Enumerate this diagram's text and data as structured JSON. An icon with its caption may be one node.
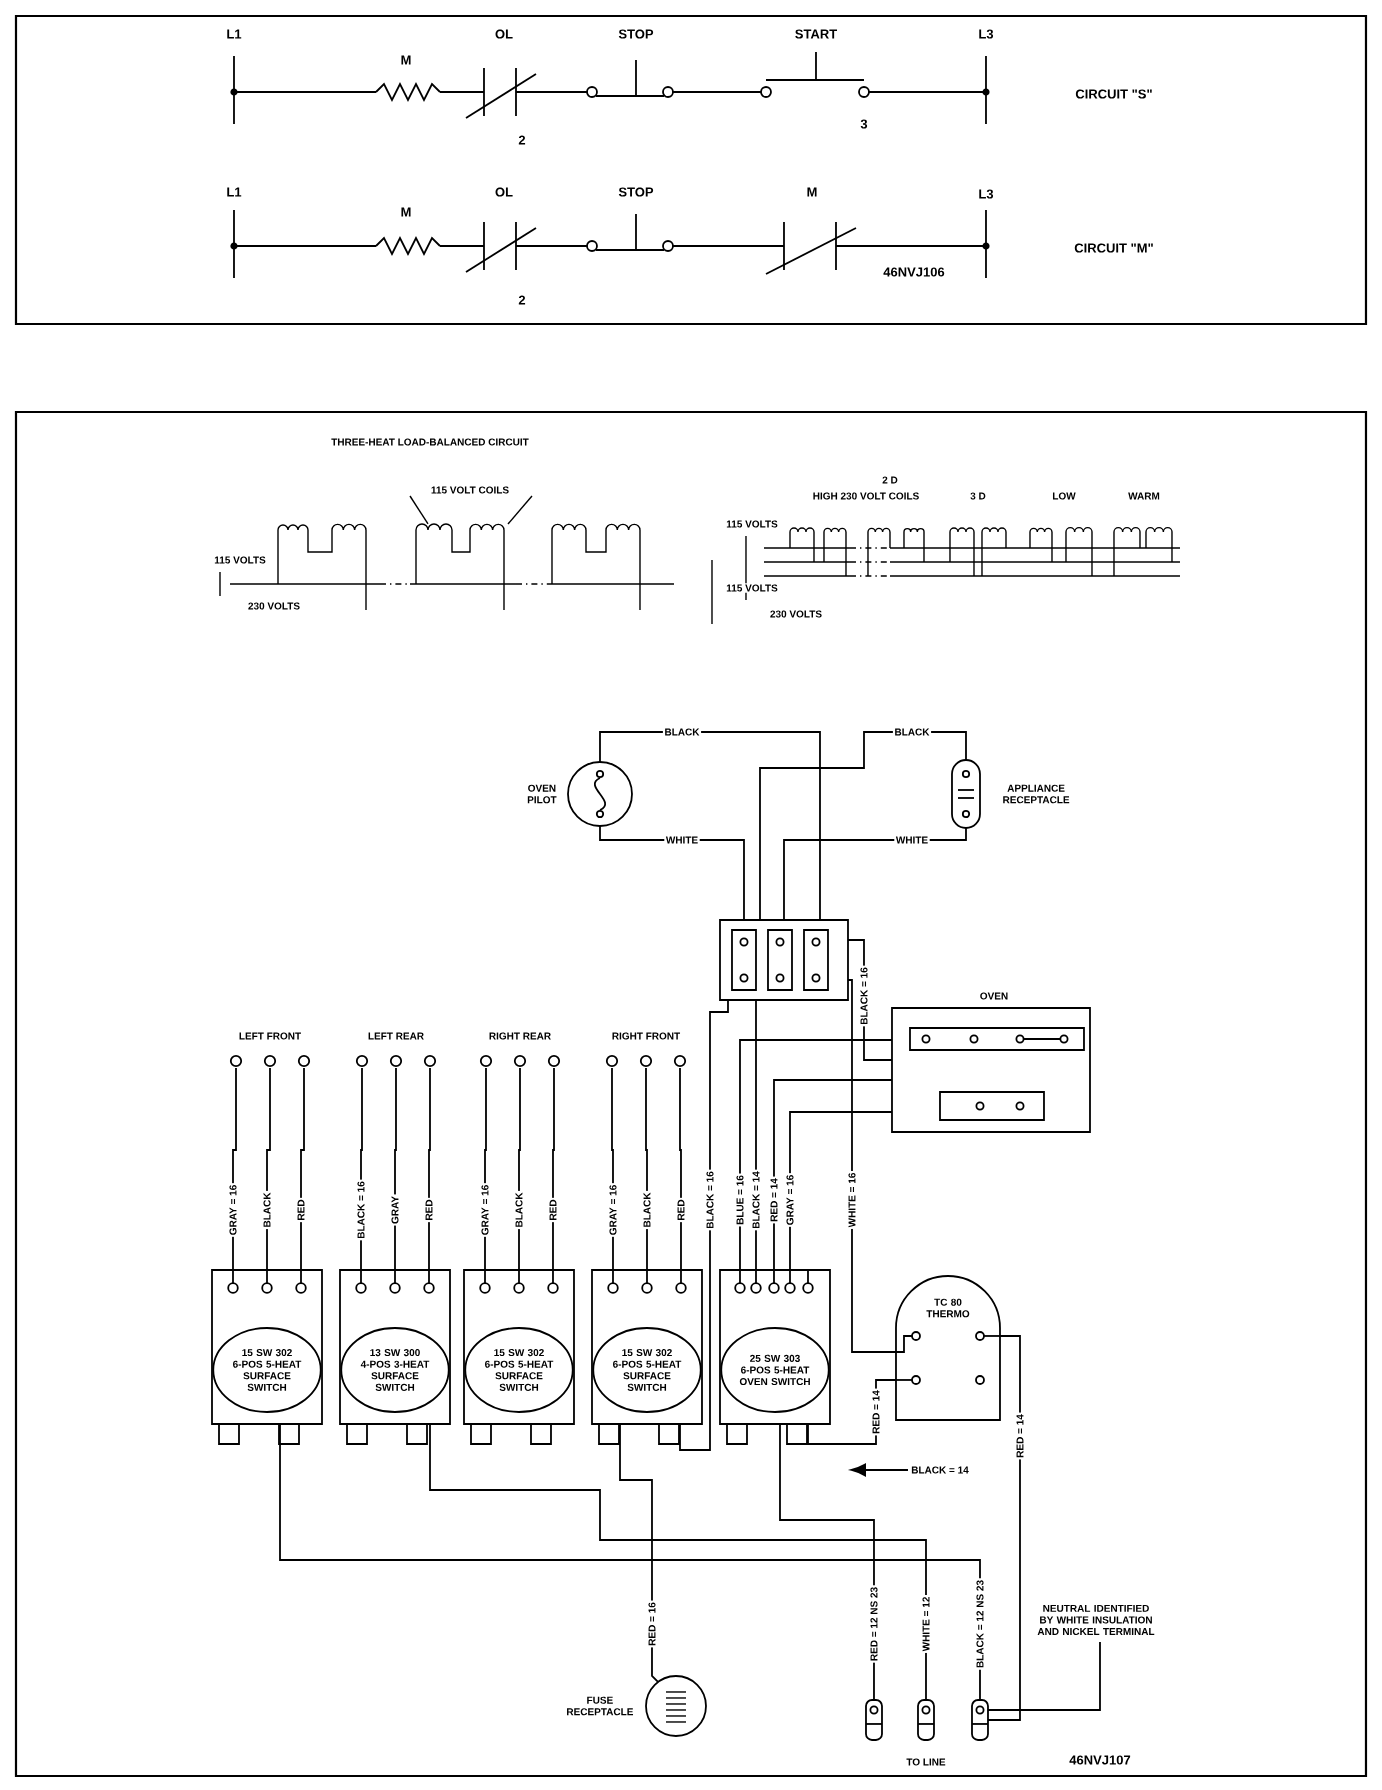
{
  "diagram": {
    "nodes": [
      {
        "text": [],
        "shape": "circle",
        "beside": [
          "OVEN PILOT"
        ]
      },
      {
        "text": [],
        "shape": "oval",
        "beside": [
          "APPLIANCE RECEPTACLE"
        ]
      },
      {
        "text": [],
        "shape": "box"
      },
      {
        "text": [
          "OVEN"
        ]
      },
      {
        "text": [
          "LEFT FRONT"
        ]
      },
      {
        "text": [
          "LEFT REAR"
        ]
      },
      {
        "text": [
          "RIGHT REAR"
        ]
      },
      {
        "text": [
          "RIGHT FRONT"
        ]
      },
      {
        "text": [
          "15 SW 302 6-POS 5-HEAT SURFACE SWITCH"
        ]
      },
      {
        "text": [
          "13 SW 300 4-POS 3-HEAT SURFACE SWITCH"
        ]
      },
      {
        "text": [
          "15 SW 302 6-POS 5-HEAT SURFACE SWITCH"
        ]
      },
      {
        "text": [
          "15 SW 302 6-POS 5-HEAT SURFACE SWITCH"
        ]
      },
      {
        "text": [
          "25 SW 303 6-POS 5-HEAT OVEN SWITCH"
        ]
      },
      {
        "text": [
          "TC 80 THERMO"
        ]
      },
      {
        "text": [],
        "shape": "circle",
        "beside": [
          "FUSE RECEPTACLE"
        ]
      },
      {
        "text": [],
        "shape": "box"
      },
      {
        "text": [],
        "shape": "box",
        "beside": [
          "TO LINE"
        ]
      },
      {
        "text": [],
        "shape": "box"
      },
      {
        "text": [
          "NEUTRAL IDENTIFIED BY WHITE INSULATION AND NICKEL TERMINAL"
        ]
      },
      {
        "text": [
          "BLACK = 14"
        ]
      }
    ],
    "edges": [
      {
        "from": 0,
        "to": 2,
        "arrow": "none",
        "label": "BLACK"
      },
      {
        "from": 0,
        "to": 2,
        "arrow": "none",
        "label": "WHITE"
      },
      {
        "from": 1,
        "to": 2,
        "arrow": "none",
        "label": "BLACK"
      },
      {
        "from": 1,
        "to": 2,
        "arrow": "none",
        "label": "WHITE"
      },
      {
        "from": 4,
        "to": 8,
        "arrow": "none",
        "label": "GRAY = 16"
      },
      {
        "from": 4,
        "to": 8,
        "arrow": "none",
        "label": "BLACK"
      },
      {
        "from": 4,
        "to": 8,
        "arrow": "none",
        "label": "RED"
      },
      {
        "from": 5,
        "to": 9,
        "arrow": "none",
        "label": "BLACK = 16"
      },
      {
        "from": 5,
        "to": 9,
        "arrow": "none",
        "label": "GRAY"
      },
      {
        "from": 5,
        "to": 9,
        "arrow": "none",
        "label": "RED"
      },
      {
        "from": 6,
        "to": 10,
        "arrow": "none",
        "label": "GRAY = 16"
      },
      {
        "from": 6,
        "to": 10,
        "arrow": "none",
        "label": "BLACK"
      },
      {
        "from": 6,
        "to": 10,
        "arrow": "none",
        "label": "RED"
      },
      {
        "from": 7,
        "to": 11,
        "arrow": "none",
        "label": "GRAY = 16"
      },
      {
        "from": 7,
        "to": 11,
        "arrow": "none",
        "label": "BLACK"
      },
      {
        "from": 7,
        "to": 11,
        "arrow": "none",
        "label": "RED"
      },
      {
        "from": 2,
        "to": 11,
        "arrow": "none",
        "label": "BLACK = 16"
      },
      {
        "from": 3,
        "to": 12,
        "arrow": "none",
        "label": "BLUE = 16"
      },
      {
        "from": 2,
        "to": 12,
        "arrow": "none",
        "label": "BLACK = 14"
      },
      {
        "from": 3,
        "to": 12,
        "arrow": "none",
        "label": "RED = 14"
      },
      {
        "from": 3,
        "to": 12,
        "arrow": "none",
        "label": "GRAY = 16"
      },
      {
        "from": 2,
        "to": 3,
        "arrow": "none",
        "label": "BLACK = 16"
      },
      {
        "from": 2,
        "to": 13,
        "arrow": "none",
        "label": "WHITE = 16"
      },
      {
        "from": 13,
        "to": 12,
        "arrow": "none",
        "label": "RED = 14"
      },
      {
        "from": 13,
        "to": 17,
        "arrow": "none",
        "label": "RED = 14"
      },
      {
        "from": 14,
        "to": 11,
        "arrow": "none",
        "label": "RED = 16"
      },
      {
        "from": 15,
        "to": 12,
        "arrow": "none",
        "label": "RED = 12 NS 23"
      },
      {
        "from": 16,
        "to": 9,
        "arrow": "none",
        "label": "WHITE = 12"
      },
      {
        "from": 17,
        "to": 8,
        "arrow": "none",
        "label": "BLACK = 12 NS 23"
      },
      {
        "from": 18,
        "to": 17,
        "arrow": "none"
      },
      {
        "from": 19,
        "to": null,
        "arrow": "to"
      }
    ],
    "labels": [
      "L1",
      "M",
      "OL",
      "STOP",
      "START",
      "L3",
      "CIRCUIT \"S\"",
      "2",
      "3",
      "L1",
      "M",
      "OL",
      "STOP",
      "M",
      "L3",
      "CIRCUIT \"M\"",
      "2",
      "46NVJ106",
      "THREE-HEAT LOAD-BALANCED CIRCUIT",
      "115 VOLT COILS",
      "115 VOLTS",
      "230 VOLTS",
      "2 D",
      "HIGH 230 VOLT COILS",
      "3 D",
      "LOW",
      "WARM",
      "115 VOLTS",
      "115 VOLTS",
      "230 VOLTS",
      "46NVJ107"
    ]
  }
}
